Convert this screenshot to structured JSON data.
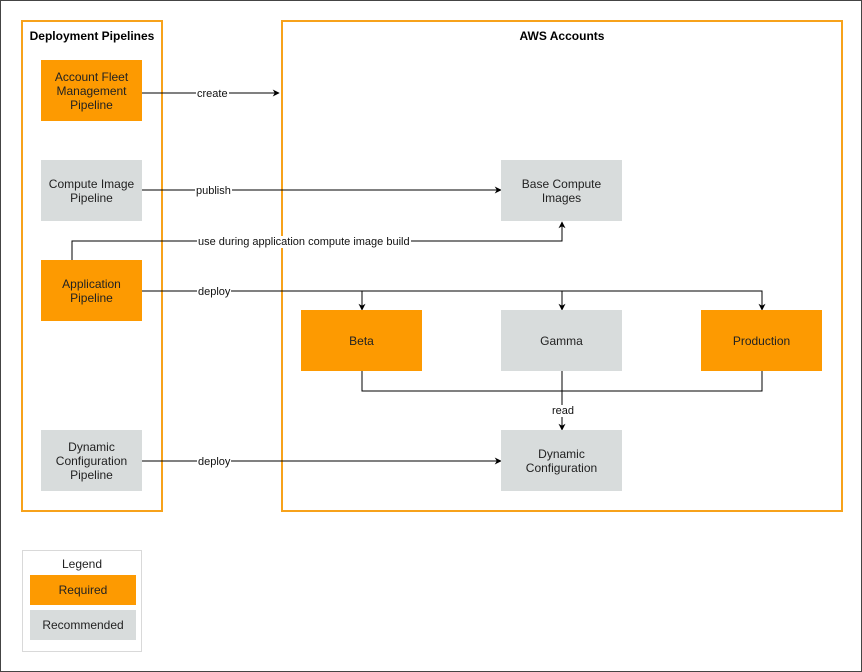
{
  "groups": {
    "deployment_pipelines": "Deployment Pipelines",
    "aws_accounts": "AWS Accounts"
  },
  "nodes": {
    "account_fleet_pipeline": "Account Fleet Management Pipeline",
    "compute_image_pipeline": "Compute Image Pipeline",
    "application_pipeline": "Application Pipeline",
    "dynamic_config_pipeline": "Dynamic Configuration Pipeline",
    "base_compute_images": "Base Compute Images",
    "beta": "Beta",
    "gamma": "Gamma",
    "production": "Production",
    "dynamic_configuration": "Dynamic Configuration"
  },
  "edges": {
    "create": "create",
    "publish": "publish",
    "use_during_build": "use during application compute image build",
    "deploy_app": "deploy",
    "read": "read",
    "deploy_config": "deploy"
  },
  "legend": {
    "title": "Legend",
    "required": "Required",
    "recommended": "Recommended"
  },
  "colors": {
    "required": "#fd9a01",
    "recommended": "#d8dcdc",
    "group_border": "#f7a21b"
  }
}
